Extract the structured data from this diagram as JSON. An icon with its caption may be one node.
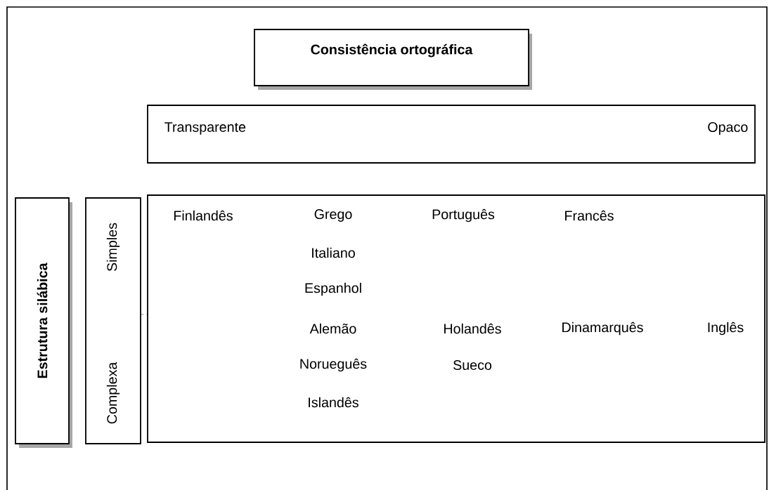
{
  "diagram": {
    "nodes": [
      {
        "text": [
          "Consistência ortográfica"
        ]
      },
      {
        "text": [
          "Transparente",
          "Opaco"
        ]
      },
      {
        "text": [
          "Estrutura silábica"
        ]
      },
      {
        "text": [
          "Simples",
          "Complexa"
        ]
      },
      {
        "text": [
          "Finlandês",
          "Grego",
          "Português",
          "Francês",
          "Italiano",
          "Espanhol",
          "Alemão",
          "Holandês",
          "Dinamarquês",
          "Inglês",
          "Norueguês",
          "Sueco",
          "Islandês"
        ]
      }
    ]
  }
}
